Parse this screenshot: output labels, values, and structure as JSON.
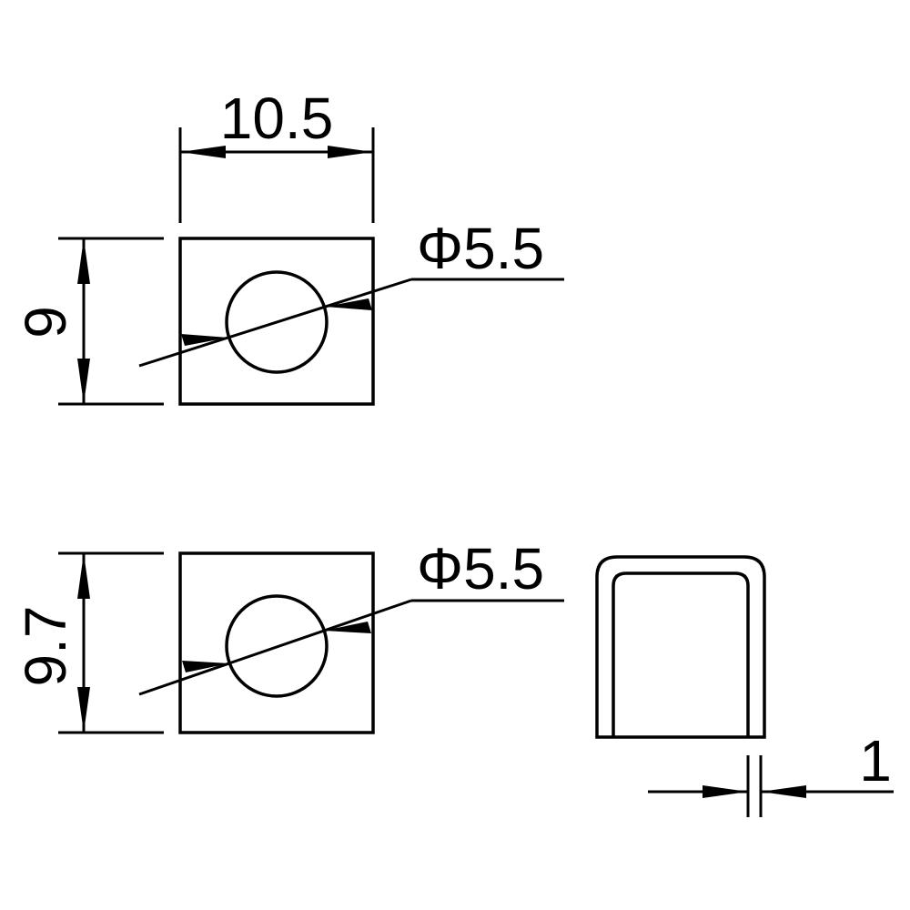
{
  "diagram": {
    "top_view": {
      "width_label": "10.5",
      "height_label": "9",
      "hole_label": "Φ5.5"
    },
    "bottom_view": {
      "height_label": "9.7",
      "hole_label": "Φ5.5"
    },
    "side_view": {
      "thickness_label": "1"
    }
  }
}
